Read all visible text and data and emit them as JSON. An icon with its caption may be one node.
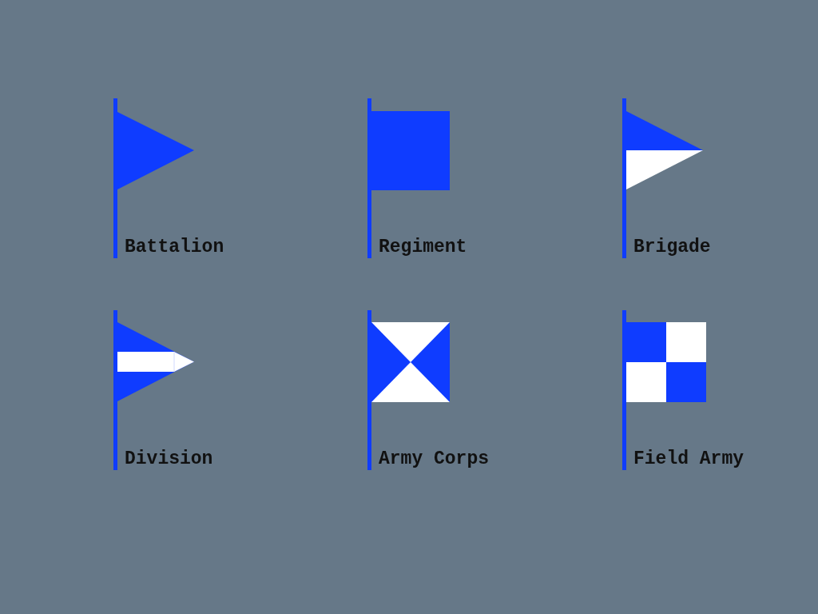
{
  "diagram": {
    "labels": [
      "Battalion",
      "Regiment",
      "Brigade",
      "Division",
      "Army Corps",
      "Field Army"
    ]
  }
}
